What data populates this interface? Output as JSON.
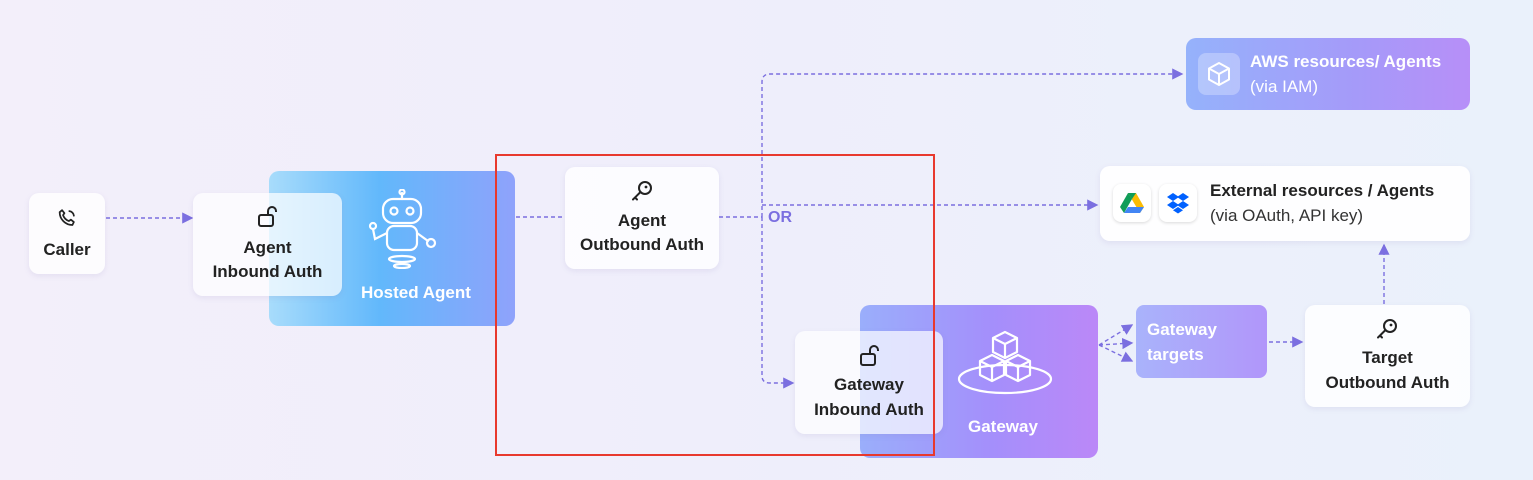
{
  "caller": {
    "label": "Caller",
    "icon": "phone-icon"
  },
  "agent_inbound_auth": {
    "line1": "Agent",
    "line2": "Inbound Auth",
    "icon": "unlock-icon"
  },
  "hosted_agent": {
    "label": "Hosted Agent",
    "icon": "robot-icon"
  },
  "agent_outbound_auth": {
    "line1": "Agent",
    "line2": "Outbound Auth",
    "icon": "key-icon"
  },
  "or_label": "OR",
  "aws_resources": {
    "title": "AWS resources/ Agents",
    "subtitle": "(via IAM)",
    "icon": "cube-icon"
  },
  "external_resources": {
    "title": "External resources / Agents",
    "subtitle": "(via OAuth, API key)",
    "icons": [
      "google-drive-icon",
      "dropbox-icon"
    ]
  },
  "gateway_inbound_auth": {
    "line1": "Gateway",
    "line2": "Inbound Auth",
    "icon": "unlock-icon"
  },
  "gateway": {
    "label": "Gateway",
    "icon": "cubes-icon"
  },
  "gateway_targets": {
    "line1": "Gateway",
    "line2": "targets"
  },
  "target_outbound_auth": {
    "line1": "Target",
    "line2": "Outbound Auth",
    "icon": "key-icon"
  },
  "colors": {
    "connector": "#7b6fe0",
    "highlight": "#e8392e",
    "or_text": "#7b6fe0"
  }
}
